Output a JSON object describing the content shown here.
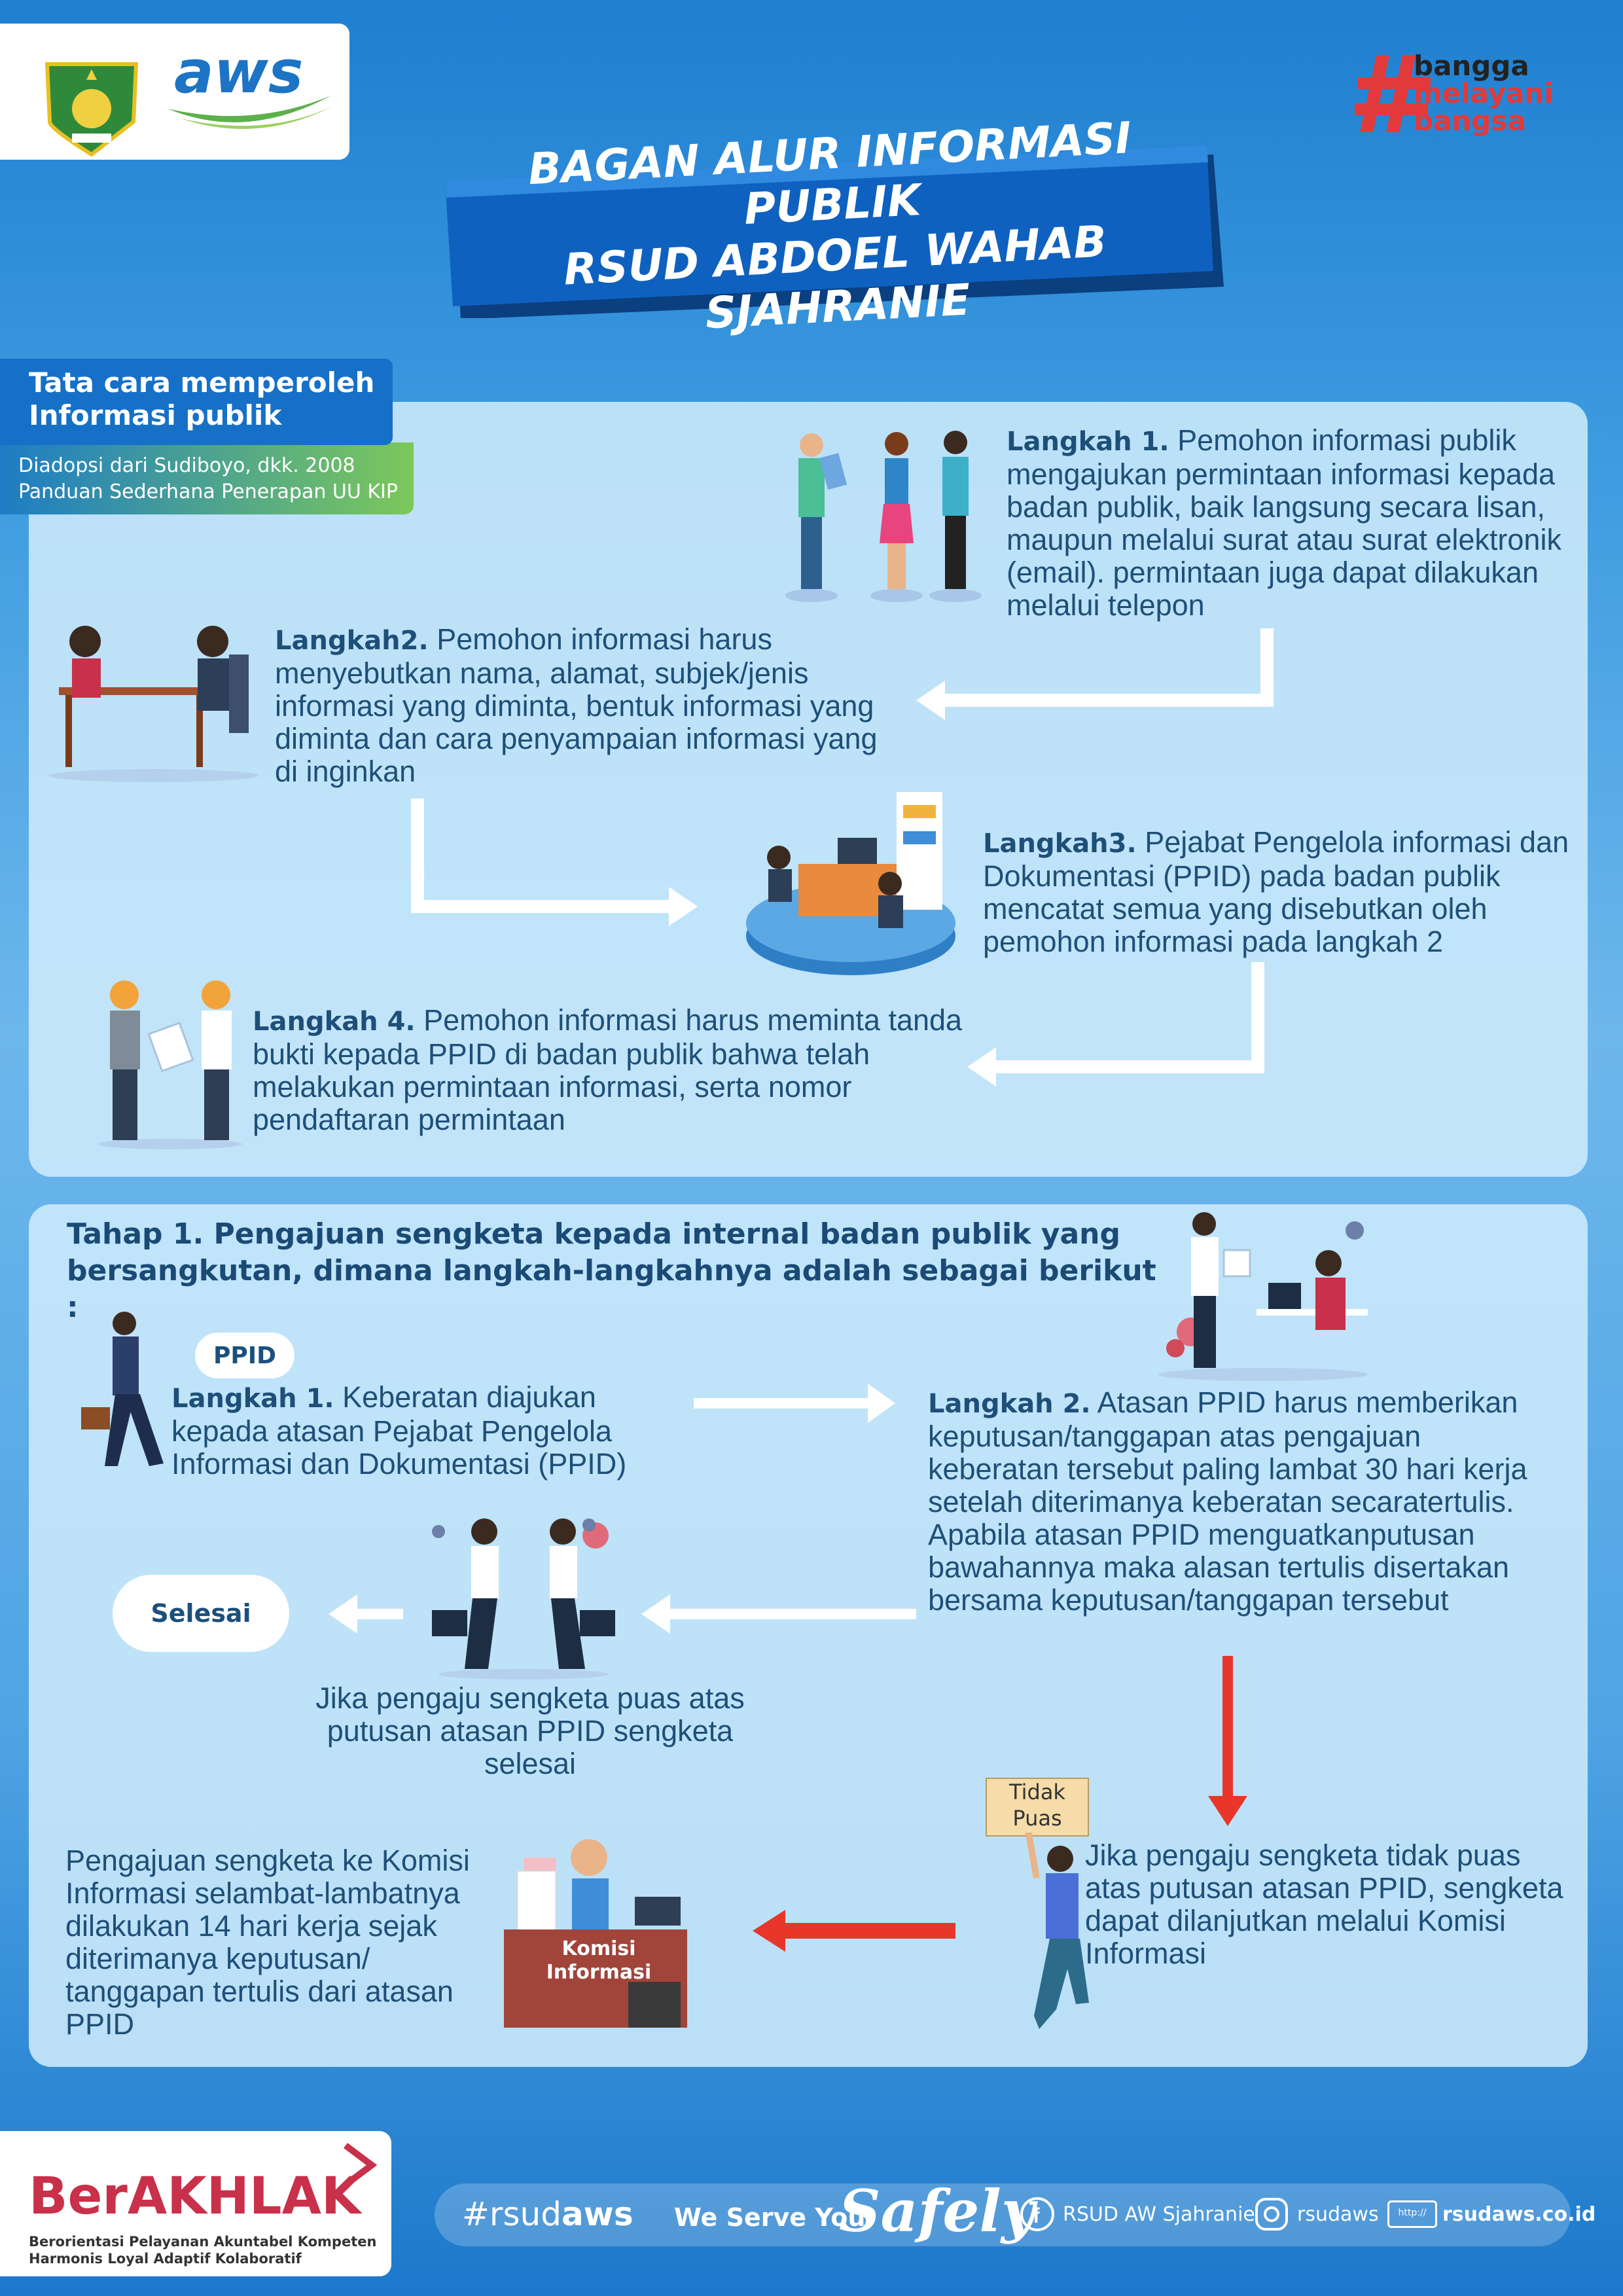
{
  "header": {
    "title_line1": "BAGAN ALUR INFORMASI PUBLIK",
    "title_line2": "RSUD ABDOEL WAHAB SJAHRANIE",
    "logo_aws": "aws",
    "slogan": [
      "bangga",
      "melayani",
      "bangsa"
    ]
  },
  "section1": {
    "tab_title_line1": "Tata cara memperoleh",
    "tab_title_line2": "Informasi publik",
    "source_line1": "Diadopsi dari Sudiboyo, dkk. 2008",
    "source_line2": "Panduan Sederhana Penerapan UU KIP",
    "steps": [
      {
        "label": "Langkah 1.",
        "text": "Pemohon informasi publik mengajukan permintaan informasi kepada badan publik, baik langsung secara lisan, maupun melalui surat atau surat elektronik (email). permintaan juga dapat dilakukan melalui telepon"
      },
      {
        "label": "Langkah2.",
        "text": "Pemohon informasi harus menyebutkan nama, alamat, subjek/jenis informasi yang diminta, bentuk informasi yang diminta dan cara penyampaian informasi yang di inginkan"
      },
      {
        "label": "Langkah3.",
        "text": "Pejabat Pengelola informasi dan Dokumentasi (PPID) pada badan publik mencatat semua yang disebutkan oleh pemohon informasi pada langkah 2"
      },
      {
        "label": "Langkah 4.",
        "text": "Pemohon informasi harus meminta tanda bukti kepada PPID di badan publik bahwa telah melakukan permintaan  informasi, serta nomor pendaftaran permintaan"
      }
    ]
  },
  "section2": {
    "title": "Tahap 1. Pengajuan sengketa kepada internal badan publik yang bersangkutan, dimana langkah-langkahnya adalah sebagai berikut :",
    "ppid_badge": "PPID",
    "step1_label": "Langkah 1.",
    "step1_text": "Keberatan diajukan kepada atasan Pejabat Pengelola Informasi dan Dokumentasi (PPID)",
    "step2_label": "Langkah 2.",
    "step2_text": "Atasan PPID harus memberikan keputusan/tanggapan atas pengajuan keberatan tersebut paling lambat 30 hari kerja setelah diterimanya keberatan secaratertulis. Apabila atasan PPID menguatkanputusan bawahannya maka alasan tertulis disertakan bersama keputusan/tanggapan tersebut",
    "selesai": "Selesai",
    "puas_text": "Jika pengaju sengketa puas atas putusan atasan PPID sengketa selesai",
    "tidak_puas_sign_line1": "Tidak",
    "tidak_puas_sign_line2": "Puas",
    "tidak_puas_text": "Jika pengaju sengketa tidak puas atas putusan atasan PPID, sengketa dapat dilanjutkan melalui Komisi Informasi",
    "komisi_sign_line1": "Komisi",
    "komisi_sign_line2": "Informasi",
    "komisi_text": "Pengajuan sengketa ke Komisi Informasi selambat-lambatnya dilakukan 14 hari kerja sejak diterimanya keputusan/ tanggapan tertulis dari atasan PPID"
  },
  "footer": {
    "berakhlak_ber": "Ber",
    "berakhlak_akhlak": "AKHLAK",
    "berakhlak_line1": "Berorientasi Pelayanan Akuntabel Kompeten",
    "berakhlak_line2": "Harmonis Loyal Adaptif Kolaboratif",
    "hashtag_prefix": "#rsud",
    "hashtag_bold": "aws",
    "we_serve": "We Serve You",
    "safely": "Safely",
    "facebook": "RSUD AW Sjahranie",
    "instagram": "rsudaws",
    "website": "rsudaws.co.id",
    "url_prefix": "http://"
  },
  "colors": {
    "accent_red": "#e8362b",
    "dark_blue": "#1a4a75",
    "banner_blue": "#0d5ab0"
  }
}
